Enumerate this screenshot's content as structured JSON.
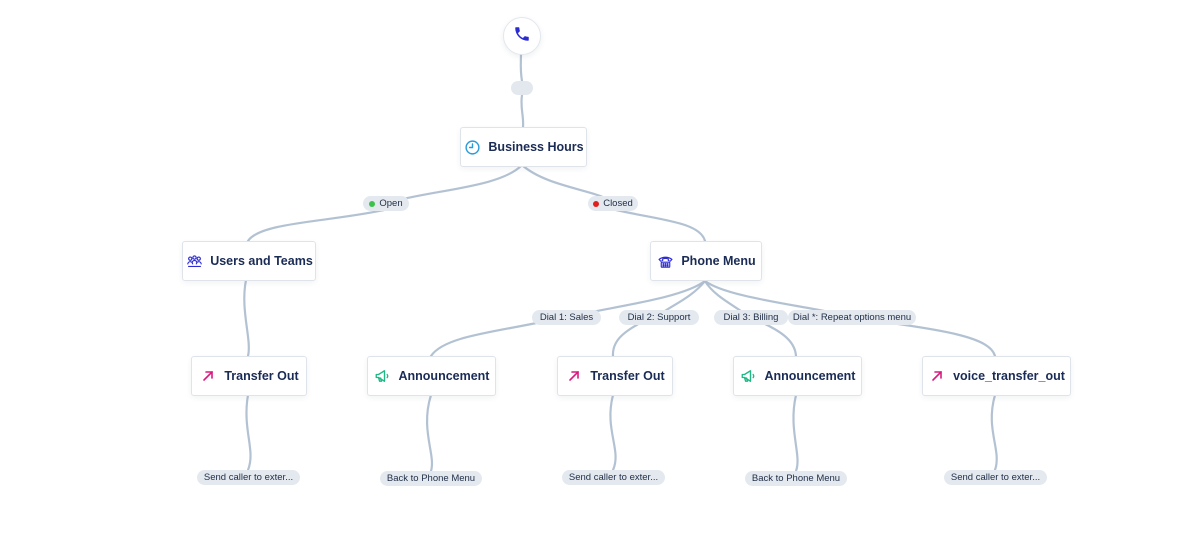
{
  "flow": {
    "start": {
      "icon": "phone-icon"
    },
    "business_hours": {
      "label": "Business Hours",
      "icon": "clock-icon"
    },
    "branches": {
      "open": {
        "label": "Open",
        "status_color": "#3cc24a"
      },
      "closed": {
        "label": "Closed",
        "status_color": "#e0201b"
      }
    },
    "users_teams": {
      "label": "Users and Teams",
      "icon": "team-icon"
    },
    "phone_menu": {
      "label": "Phone Menu",
      "icon": "phone-menu-icon",
      "options": [
        "Dial 1: Sales",
        "Dial 2: Support",
        "Dial 3: Billing",
        "Dial *: Repeat options menu"
      ]
    },
    "nodes": [
      {
        "label": "Transfer Out",
        "icon": "transfer-arrow-icon",
        "action": "Send caller to exter..."
      },
      {
        "label": "Announcement",
        "icon": "megaphone-icon",
        "action": "Back to Phone Menu"
      },
      {
        "label": "Transfer Out",
        "icon": "transfer-arrow-icon",
        "action": "Send caller to exter..."
      },
      {
        "label": "Announcement",
        "icon": "megaphone-icon",
        "action": "Back to Phone Menu"
      },
      {
        "label": "voice_transfer_out",
        "icon": "transfer-arrow-icon",
        "action": "Send caller to exter..."
      }
    ]
  },
  "colors": {
    "edge": "#b3c2d3",
    "node_text": "#1a2b55",
    "transfer_icon": "#d81b7f",
    "announcement_icon": "#1fb985",
    "hours_icon": "#2b9bd8",
    "brand_icon": "#2c2ad1"
  }
}
